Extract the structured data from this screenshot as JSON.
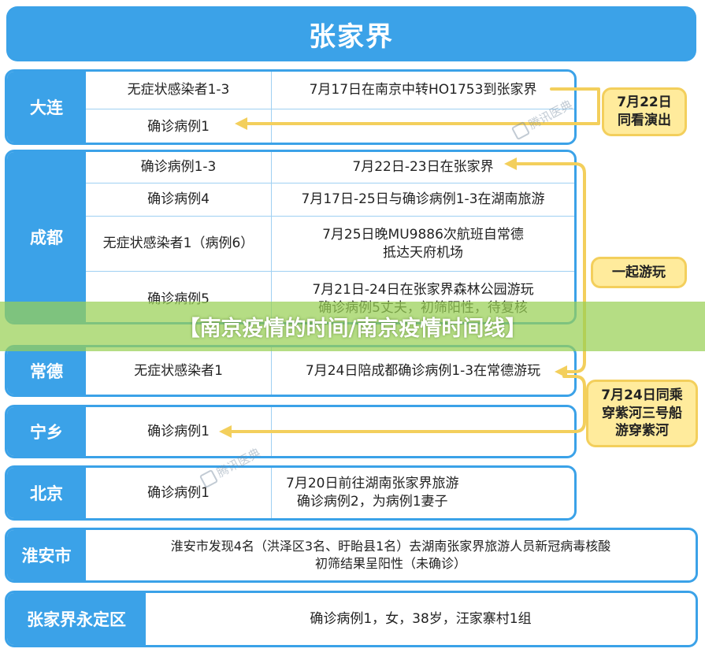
{
  "title": "张家界",
  "overlay_title": "【南京疫情的时间/南京疫情时间线】",
  "watermark": "腾讯医典",
  "colors": {
    "primary": "#3ba2e8",
    "callout_fill": "#ffeb9c",
    "callout_border": "#f3cf5c",
    "overlay": "#98d054"
  },
  "groups": [
    {
      "city": "大连",
      "rows": [
        {
          "case": "无症状感染者1-3",
          "detail": "7月17日在南京中转HO1753到张家界"
        },
        {
          "case": "确诊病例1",
          "detail": ""
        }
      ]
    },
    {
      "city": "成都",
      "rows": [
        {
          "case": "确诊病例1-3",
          "detail": "7月22日-23日在张家界"
        },
        {
          "case": "确诊病例4",
          "detail": "7月17日-25日与确诊病例1-3在湖南旅游"
        },
        {
          "case": "无症状感染者1（病例6）",
          "detail": "7月25日晚MU9886次航班自常德\n抵达天府机场"
        },
        {
          "case": "确诊病例5",
          "detail": "7月21日-24日在张家界森林公园游玩\n确诊病例5丈夫，初筛阳性，待复核"
        }
      ]
    },
    {
      "city": "常德",
      "rows": [
        {
          "case": "无症状感染者1",
          "detail": "7月24日陪成都确诊病例1-3在常德游玩"
        }
      ]
    },
    {
      "city": "宁乡",
      "rows": [
        {
          "case": "确诊病例1",
          "detail": ""
        }
      ]
    },
    {
      "city": "北京",
      "rows": [
        {
          "case": "确诊病例1",
          "detail": "7月20日前往湖南张家界旅游\n确诊病例2，为病例1妻子"
        }
      ]
    },
    {
      "city": "淮安市",
      "text": "淮安市发现4名（洪泽区3名、盱眙县1名）去湖南张家界旅游人员新冠病毒核酸\n初筛结果呈阳性（未确诊）"
    },
    {
      "city": "张家界永定区",
      "text": "确诊病例1，女，38岁，汪家寨村1组"
    }
  ],
  "callouts": [
    {
      "text": "7月22日\n同看演出"
    },
    {
      "text": "一起游玩"
    },
    {
      "text": "7月24日同乘\n穿紫河三号船\n游穿紫河"
    }
  ]
}
